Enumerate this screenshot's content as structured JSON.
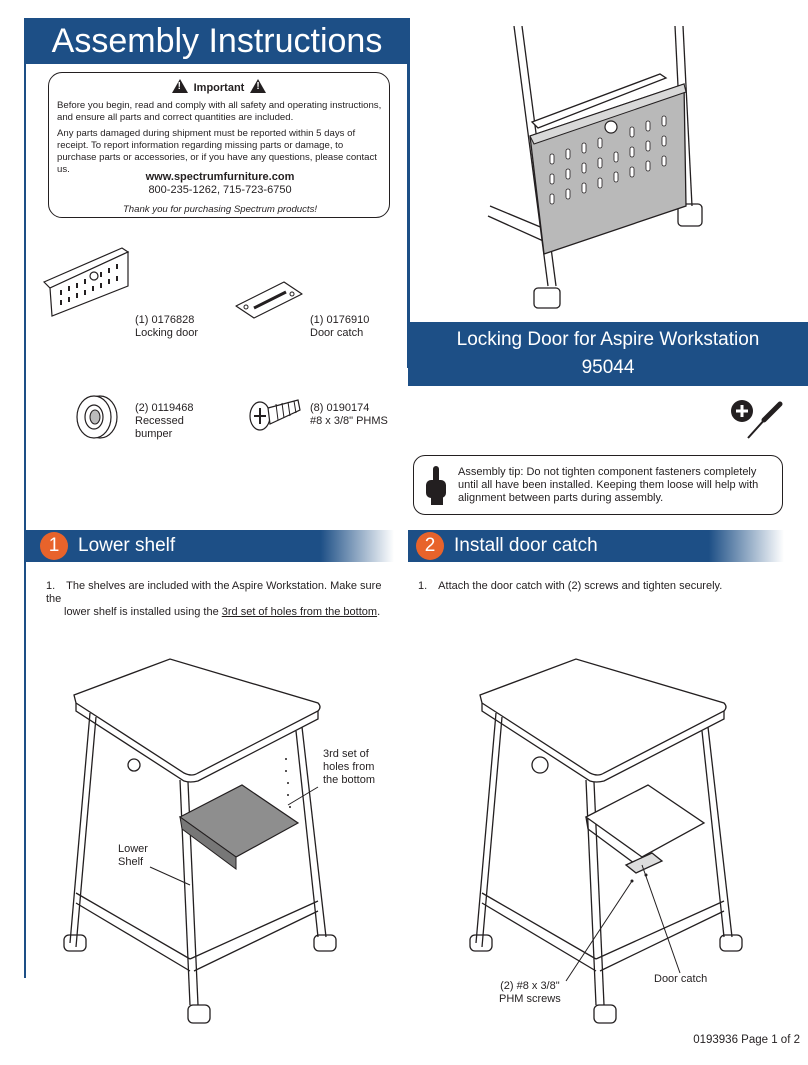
{
  "title": "Assembly Instructions",
  "important": {
    "heading": "Important",
    "p1": "Before you begin, read and comply with all safety and operating instructions, and ensure all parts and correct quantities are included.",
    "p2": "Any parts damaged during shipment must be reported within 5 days of receipt. To report information regarding missing parts or damage, to purchase parts or accessories, or if you have any questions, please contact us.",
    "website": "www.spectrumfurniture.com",
    "phone": "800-235-1262, 715-723-6750",
    "thanks": "Thank you for purchasing Spectrum products!"
  },
  "parts": [
    {
      "qty_code": "(1) 0176828",
      "name": "Locking door"
    },
    {
      "qty_code": "(1) 0176910",
      "name": "Door catch"
    },
    {
      "qty_code": "(2) 0119468",
      "name": "Recessed",
      "name2": "bumper"
    },
    {
      "qty_code": "(8) 0190174",
      "name": "#8 x 3/8\" PHMS"
    }
  ],
  "product": {
    "line1": "Locking Door for Aspire Workstation",
    "line2": "95044"
  },
  "tip": "Assembly tip: Do not tighten component fasteners completely until all have been installed. Keeping them loose will help with alignment between parts during assembly.",
  "steps": [
    {
      "num": "1",
      "title": "Lower shelf",
      "text_a": "1. The shelves are included with the Aspire Workstation.  Make sure the",
      "text_b": "lower shelf is installed using the ",
      "text_u": "3rd set of holes from the bottom",
      "text_c": ".",
      "callouts": {
        "holes1": "3rd set of",
        "holes2": "holes from",
        "holes3": "the bottom",
        "lower1": "Lower",
        "lower2": "Shelf"
      }
    },
    {
      "num": "2",
      "title": "Install door catch",
      "text_a": "1. Attach the door catch with (2) screws and tighten securely.",
      "callouts": {
        "screws1": "(2) #8 x 3/8\"",
        "screws2": "PHM screws",
        "catch": "Door catch"
      }
    }
  ],
  "footer": "0193936 Page 1 of 2",
  "colors": {
    "navy": "#1d4f86",
    "orange": "#e8632b"
  }
}
